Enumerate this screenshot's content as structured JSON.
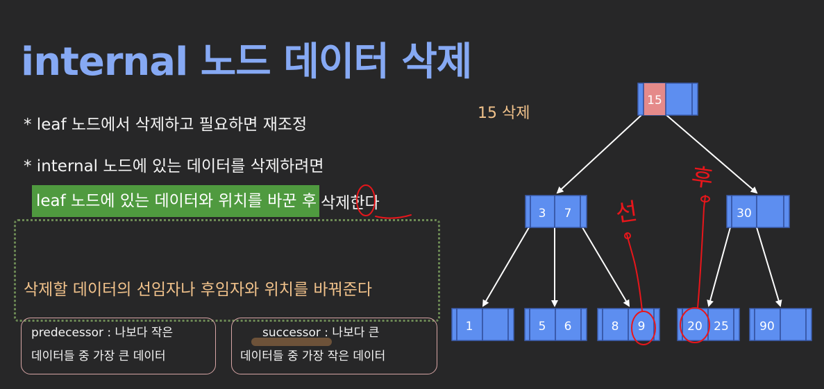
{
  "title": "internal 노드 데이터 삭제",
  "bullets": {
    "b1": "* leaf 노드에서 삭제하고 필요하면 재조정",
    "b2": "* internal 노드에 있는 데이터를 삭제하려면",
    "b3_green": "leaf 노드에 있는 데이터와 위치를 바꾼 후",
    "b3_rest": "삭제한다"
  },
  "box_text": "삭제할 데이터의 선임자나 후임자와 위치를 바꿔준다",
  "callouts": {
    "predecessor": {
      "line1": "predecessor : 나보다 작은",
      "line2": "데이터들 중 가장 큰 데이터"
    },
    "successor": {
      "line1": "successor : 나보다 큰",
      "line2": "데이터들 중 가장 작은 데이터"
    }
  },
  "delete_label": "15 삭제",
  "annotations": {
    "pre": "선",
    "post": "후"
  },
  "tree": {
    "root": {
      "keys": [
        "15"
      ],
      "highlight": "15"
    },
    "level1": [
      {
        "keys": [
          "3",
          "7"
        ]
      },
      {
        "keys": [
          "30"
        ]
      }
    ],
    "leaves": [
      {
        "keys": [
          "1"
        ]
      },
      {
        "keys": [
          "5",
          "6"
        ]
      },
      {
        "keys": [
          "8",
          "9"
        ]
      },
      {
        "keys": [
          "20",
          "25"
        ]
      },
      {
        "keys": [
          "90"
        ]
      }
    ]
  },
  "colors": {
    "title": "#86a9f4",
    "node_fill": "#5d8ef0",
    "node_highlight": "#e58a8a",
    "green": "#4f9a3f",
    "ink": "#e8161b",
    "orange_text": "#f1c28b"
  }
}
